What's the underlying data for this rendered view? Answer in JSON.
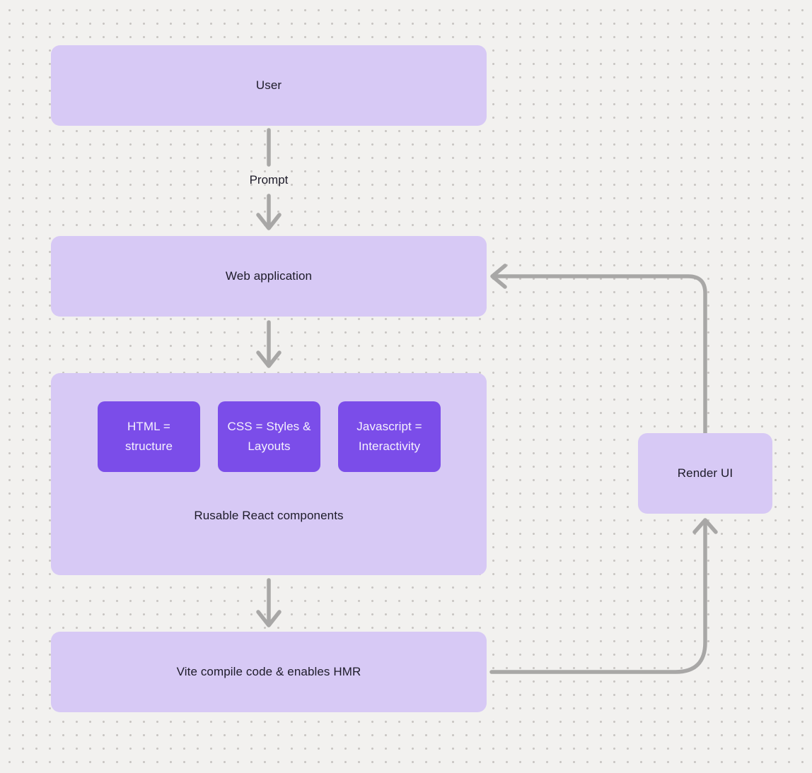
{
  "diagram": {
    "nodes": {
      "user": {
        "label": "User"
      },
      "web_application": {
        "label": "Web application"
      },
      "components_group": {
        "caption": "Rusable React components",
        "children": [
          {
            "label": "HTML = structure"
          },
          {
            "label": "CSS = Styles & Layouts"
          },
          {
            "label": "Javascript = Interactivity"
          }
        ]
      },
      "vite": {
        "label": "Vite compile code & enables HMR"
      },
      "render_ui": {
        "label": "Render UI"
      }
    },
    "edges": {
      "prompt_label": "Prompt"
    },
    "colors": {
      "background": "#f2f1ef",
      "dot_grid": "#c8c5c2",
      "node_fill": "#d7c9f5",
      "node_text": "#1d1b29",
      "chip_fill": "#7b4de9",
      "chip_text": "#f5f1fd",
      "connector": "#a8a7a6"
    }
  }
}
